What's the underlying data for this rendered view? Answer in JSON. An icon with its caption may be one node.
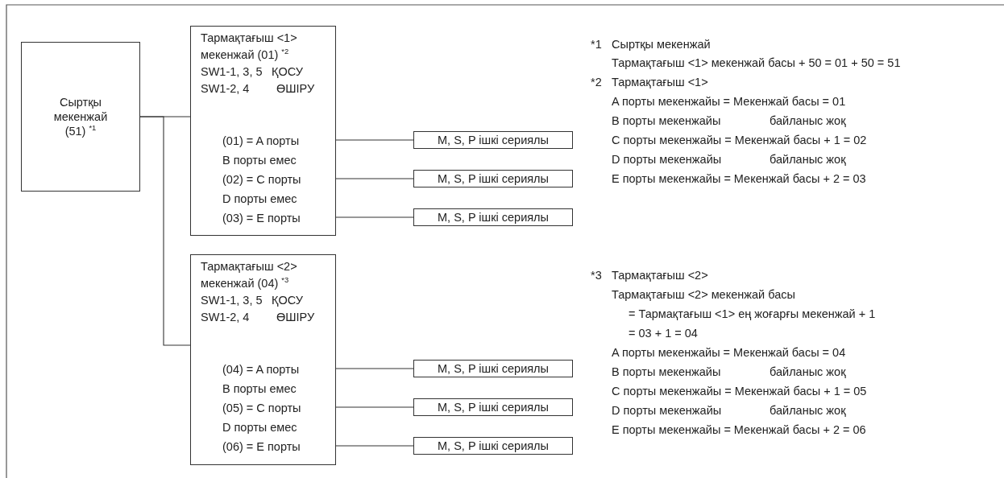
{
  "diagram": {
    "nodes": [
      {
        "text": [
          "Сыртқы мекенжай (51) $^{*1}$"
        ]
      },
      {
        "text": [
          "Тармақтағыш <1>",
          "мекенжай (01) $^{*2}$",
          "SW1-1, 3, 5",
          "ҚОСУ",
          "SW1-2, 4",
          "ӨШІРУ",
          "(01) = A порты",
          "B порты емес",
          "(02) =  C порты",
          "D порты емес",
          "(03) =  E порты"
        ]
      },
      {
        "text": [
          "M, S, P ішкі сериялы"
        ]
      },
      {
        "text": [
          "M, S, P ішкі сериялы"
        ]
      },
      {
        "text": [
          "M, S, P ішкі сериялы"
        ]
      },
      {
        "text": [
          "Тармақтағыш <2>",
          "мекенжай (04) $^{*3}$",
          "SW1-1, 3, 5",
          "ҚОСУ",
          "SW1-2, 4",
          "ӨШІРУ",
          "(04) = A порты",
          "B порты емес",
          "(05) = C порты",
          "D порты емес",
          "(06) =  E порты"
        ]
      },
      {
        "text": [
          "M, S, P ішкі сериялы"
        ]
      },
      {
        "text": [
          "M, S, P ішкі сериялы"
        ]
      },
      {
        "text": [
          "M, S, P ішкі сериялы"
        ]
      }
    ],
    "edges": [
      {
        "from": 0,
        "to": 1,
        "arrow": "none"
      },
      {
        "from": 0,
        "to": 5,
        "arrow": "none"
      },
      {
        "from": 1,
        "to": 2,
        "arrow": "none"
      },
      {
        "from": 1,
        "to": 3,
        "arrow": "none"
      },
      {
        "from": 1,
        "to": 4,
        "arrow": "none"
      },
      {
        "from": 5,
        "to": 6,
        "arrow": "none"
      },
      {
        "from": 5,
        "to": 7,
        "arrow": "none"
      },
      {
        "from": 5,
        "to": 8,
        "arrow": "none"
      }
    ],
    "labels": [
      "*1",
      "Сыртқы мекенжай",
      "Тармақтағыш <1> мекенжай басы + 50 = 01 + 50 = 51",
      "*2",
      "Тармақтағыш <1>",
      "A порты мекенжайы = Мекенжай басы = 01",
      "B порты мекенжайы",
      "байланыс жоқ",
      "C порты мекенжайы = Мекенжай басы + 1 = 02",
      "D порты мекенжайы",
      "байланыс жоқ",
      "E порты мекенжайы = Мекенжай басы + 2 = 03",
      "*3",
      "Тармақтағыш <2>",
      "Тармақтағыш <2> мекенжай басы",
      "= Тармақтағыш <1> ең жоғарғы мекенжай + 1",
      "= 03 + 1 = 04",
      "A порты мекенжайы = Мекенжай басы = 04",
      "B порты мекенжайы",
      "байланыс жоқ",
      "C порты мекенжайы = Мекенжай басы + 1 = 05",
      "D порты мекенжайы",
      "байланыс жоқ",
      "E порты мекенжайы = Мекенжай басы + 2 = 06"
    ]
  }
}
